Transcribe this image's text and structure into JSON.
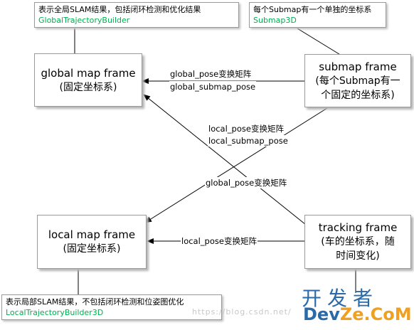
{
  "notes": {
    "global_note": {
      "desc": "表示全局SLAM结果，包括闭环检测和优化结果",
      "code": "GlobalTrajectoryBuilder"
    },
    "submap_note": {
      "desc": "每个Submap有一个单独的坐标系",
      "code": "Submap3D"
    },
    "local_note": {
      "desc": "表示局部SLAM结果，不包括闭环检测和位姿图优化",
      "code": "LocalTrajectoryBuilder3D"
    }
  },
  "frames": {
    "global_map": {
      "title": "global map frame",
      "sub": "(固定坐标系)"
    },
    "submap": {
      "title": "submap frame",
      "sub1": "(每个Submap有一",
      "sub2": "个固定的坐标系)"
    },
    "local_map": {
      "title": "local map frame",
      "sub": "(固定坐标系)"
    },
    "tracking": {
      "title": "tracking frame",
      "sub1": "(车的坐标系，随",
      "sub2": "时间变化)"
    }
  },
  "edges": {
    "submap_to_global": {
      "line1": "global_pose变换矩阵",
      "line2": "global_submap_pose"
    },
    "submap_to_local": {
      "line1": "local_pose变换矩阵",
      "line2": "local_submap_pose"
    },
    "tracking_to_global": {
      "line1": "global_pose变换矩阵"
    },
    "tracking_to_local": {
      "line1": "local_pose变换矩阵"
    }
  },
  "watermark": "https://blog.csdn.net/",
  "logo": {
    "top": "开发者",
    "bottom_a": "Dev",
    "bottom_b": "Ze.CoM"
  },
  "colors": {
    "note_code": "#00b050",
    "border": "#9a9a9a",
    "arrow": "#000000"
  }
}
